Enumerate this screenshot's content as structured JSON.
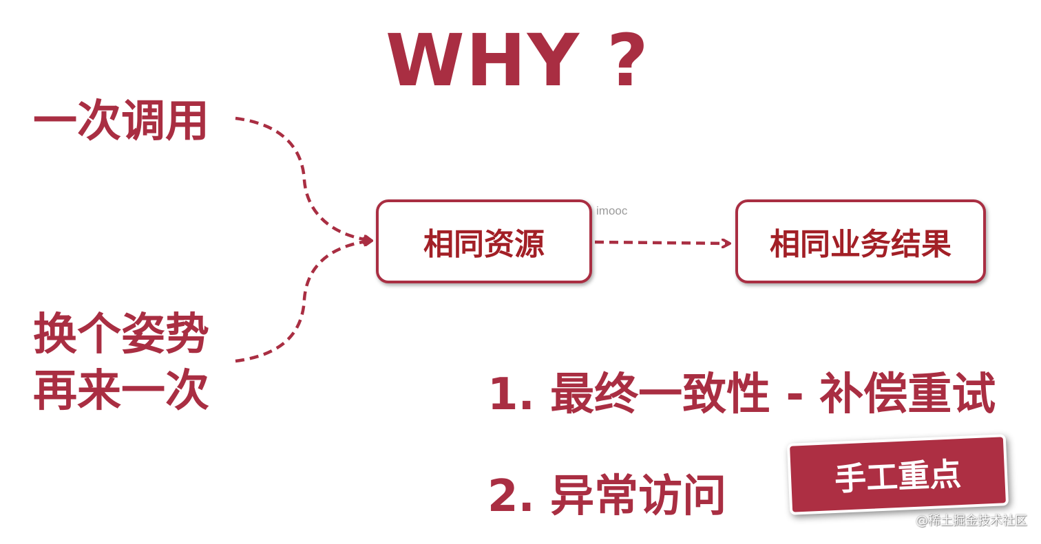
{
  "title": "WHY ?",
  "left_labels": {
    "first": "一次调用",
    "second_line1": "换个姿势",
    "second_line2": "再来一次"
  },
  "flow": {
    "source": "相同资源",
    "target": "相同业务结果"
  },
  "watermark": "imooc",
  "answers": [
    "1. 最终一致性 - 补偿重试",
    "2. 异常访问"
  ],
  "badge": "手工重点",
  "site_watermark": "@稀土掘金技术社区",
  "colors": {
    "accent": "#a92e42",
    "box_text": "#a21f26",
    "badge_bg": "#ad2f43"
  },
  "icons": {
    "connector": "dashed-arrow-icon"
  }
}
